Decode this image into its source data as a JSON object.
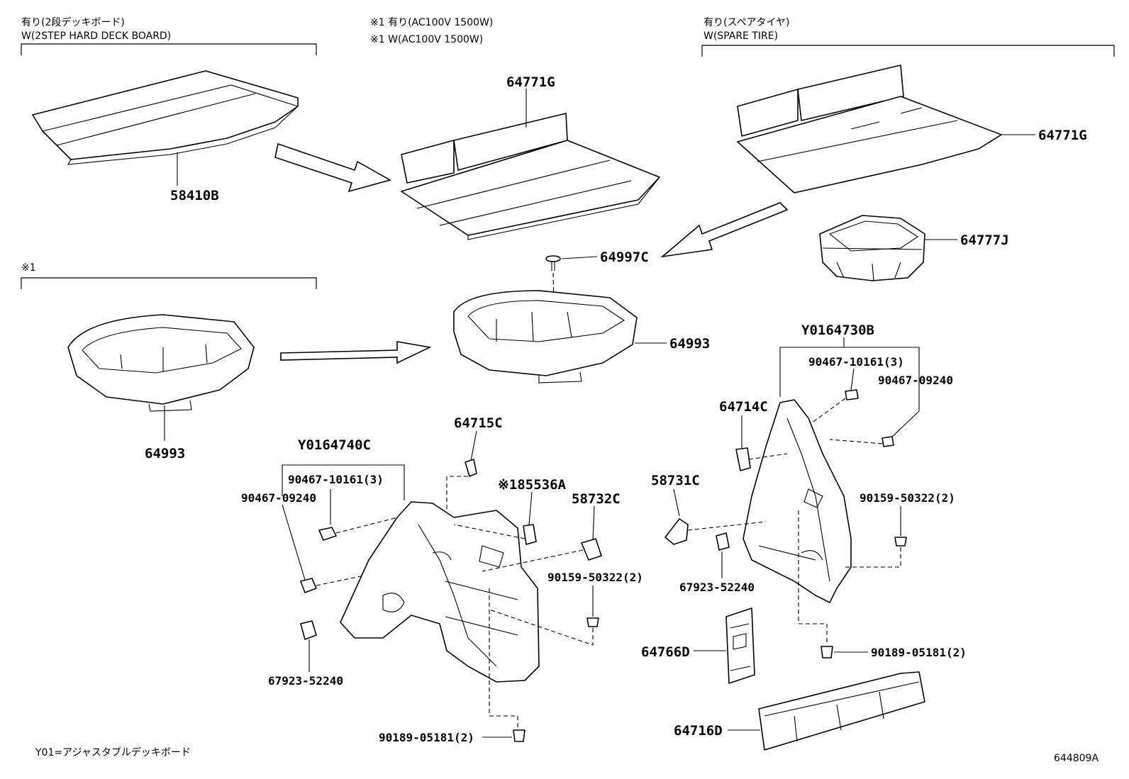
{
  "notes": {
    "note_2step_jp": "有り(2段デッキボード)",
    "note_2step_w": "W(2STEP HARD DECK BOARD)",
    "note_ac_jp": "※1 有り(AC100V 1500W)",
    "note_ac_w": "※1 W(AC100V 1500W)",
    "note_spare_jp": "有り(スペアタイヤ)",
    "note_spare_w": "W(SPARE TIRE)",
    "note_mark1": "※1",
    "footnote": "Y01=アジャスタブルデッキボード",
    "diagram_id": "644809A"
  },
  "labels": {
    "p58410B": "58410B",
    "p64771G_top": "64771G",
    "p64771G_right": "64771G",
    "p64777J": "64777J",
    "p64997C": "64997C",
    "p64993_center": "64993",
    "p64993_left": "64993",
    "p64715C": "64715C",
    "pY0164740C": "Y0164740C",
    "p90467_10161_left": "90467-10161(3)",
    "p90467_09240_left": "90467-09240",
    "p85536A": "※185536A",
    "p58732C": "58732C",
    "p90159_50322_left": "90159-50322(2)",
    "p67923_52240_left": "67923-52240",
    "p90189_05181_left": "90189-05181(2)",
    "pY0164730B": "Y0164730B",
    "p90467_10161_right": "90467-10161(3)",
    "p90467_09240_right": "90467-09240",
    "p64714C": "64714C",
    "p58731C": "58731C",
    "p90159_50322_right": "90159-50322(2)",
    "p67923_52240_right": "67923-52240",
    "p64766D": "64766D",
    "p90189_05181_right": "90189-05181(2)",
    "p64716D": "64716D"
  }
}
